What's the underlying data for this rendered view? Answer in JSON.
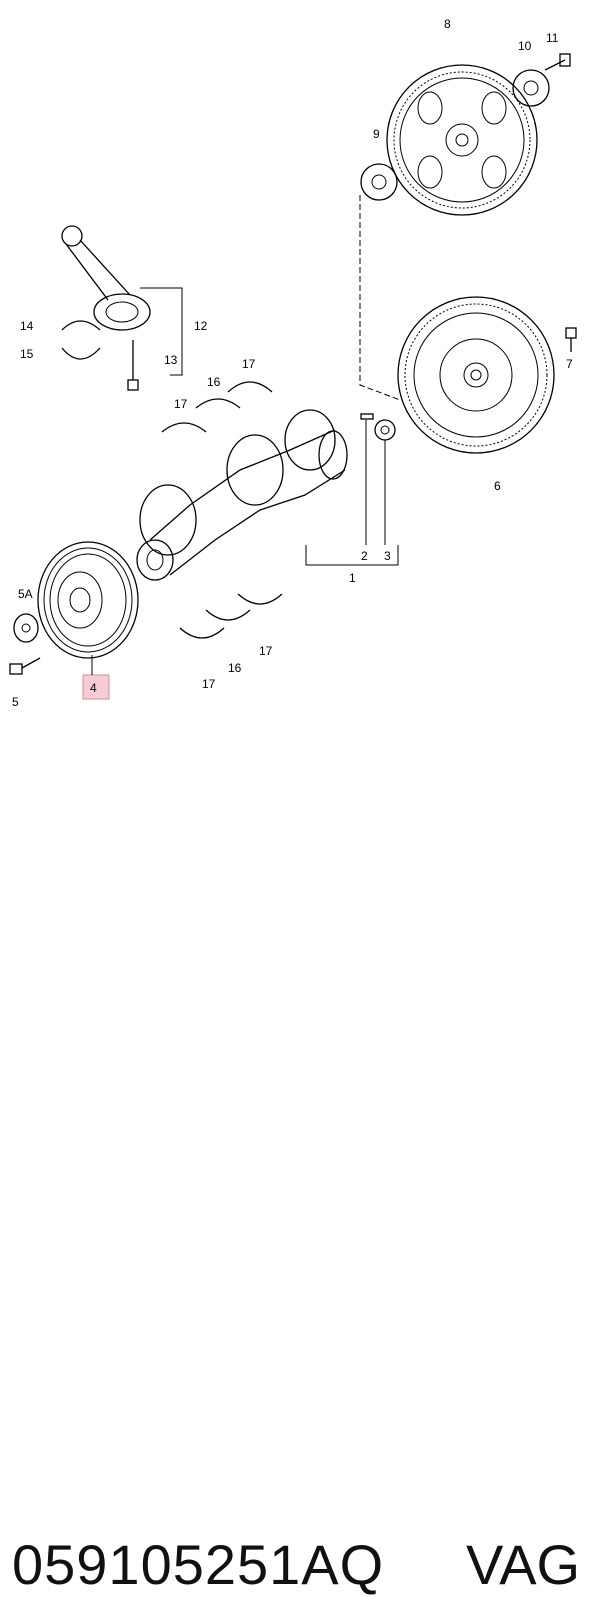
{
  "callouts": {
    "c1": "1",
    "c2": "2",
    "c3": "3",
    "c4": "4",
    "c5": "5",
    "c5a": "5A",
    "c6": "6",
    "c7": "7",
    "c8": "8",
    "c9": "9",
    "c10": "10",
    "c11": "11",
    "c12": "12",
    "c13": "13",
    "c14": "14",
    "c15": "15",
    "c16a": "16",
    "c16b": "16",
    "c17a": "17",
    "c17b": "17",
    "c17c": "17",
    "c17d": "17"
  },
  "highlight_color": "#f6cdd2",
  "caption": {
    "part_number": "059105251AQ",
    "brand": "VAG"
  }
}
